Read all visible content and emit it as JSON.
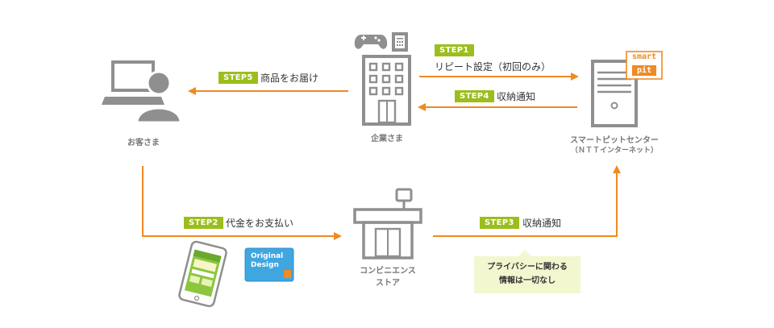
{
  "colors": {
    "arrow": "#f08a22",
    "icon": "#8f8f8f",
    "step_badge": "#9cbe1c",
    "note_bg": "#f3f7cf",
    "logo": "#f08a22"
  },
  "nodes": {
    "customer": {
      "label": "お客さま",
      "icon": "laptop-person-icon"
    },
    "company": {
      "label": "企業さま",
      "icons": [
        "gamepad-icon",
        "phone-icon",
        "building-icon"
      ]
    },
    "smartpit_center": {
      "label": "スマートピットセンター",
      "sublabel": "（ＮＴＴインターネット）",
      "icon": "server-icon"
    },
    "convenience_store": {
      "label_line1": "コンビニエンス",
      "label_line2": "ストア",
      "icon": "store-icon"
    }
  },
  "logo": {
    "line1": "smart",
    "line2": "pit"
  },
  "steps": {
    "step1": {
      "badge": "STEP1",
      "text": "リピート設定（初回のみ）"
    },
    "step2": {
      "badge": "STEP2",
      "text": "代金をお支払い"
    },
    "step3": {
      "badge": "STEP3",
      "text": "収納通知"
    },
    "step4": {
      "badge": "STEP4",
      "text": "収納通知"
    },
    "step5": {
      "badge": "STEP5",
      "text": "商品をお届け"
    }
  },
  "card": {
    "line1": "Original",
    "line2": "Design"
  },
  "note": {
    "line1": "プライバシーに関わる",
    "line2": "情報は一切なし"
  }
}
